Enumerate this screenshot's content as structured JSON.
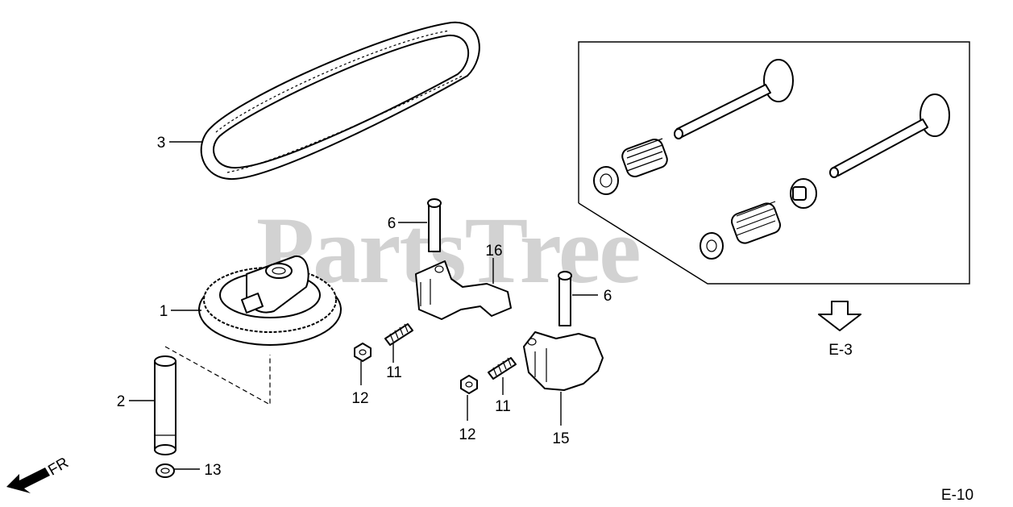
{
  "watermark": "PartsTree",
  "labels": {
    "p1": "1",
    "p2": "2",
    "p3": "3",
    "p6a": "6",
    "p6b": "6",
    "p11a": "11",
    "p11b": "11",
    "p12a": "12",
    "p12b": "12",
    "p13": "13",
    "p15": "15",
    "p16": "16"
  },
  "reference": "E-3",
  "page_code": "E-10",
  "direction": "FR"
}
